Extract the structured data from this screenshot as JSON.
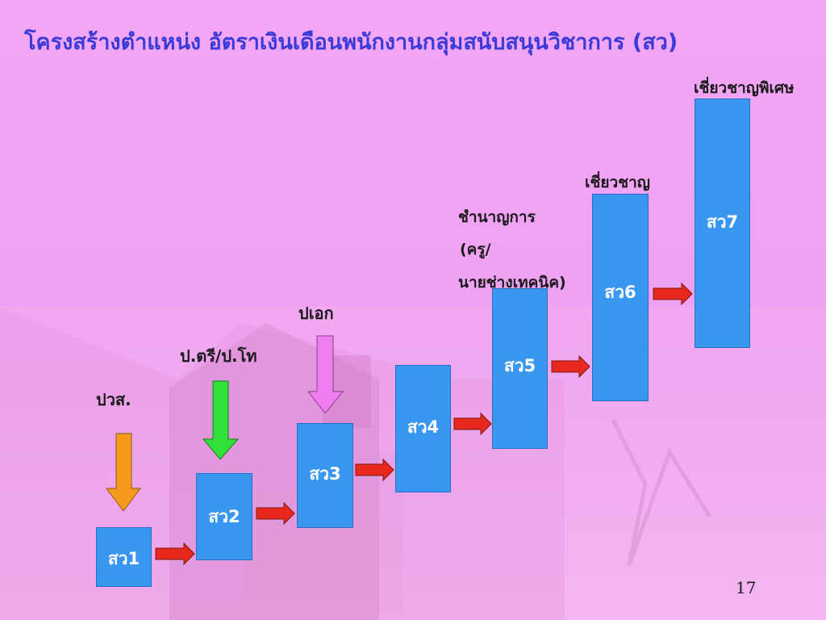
{
  "slide": {
    "title": "โครงสร้างตำแหน่ง อัตราเงินเดือนพนักงานกลุ่มสนับสนุนวิชาการ (สว)",
    "page_number": "17"
  },
  "levels": [
    {
      "code": "สว1",
      "caption": "ปวส.",
      "entry_arrow_color": "#f59a1c"
    },
    {
      "code": "สว2",
      "caption": "ป.ตรี/ป.โท",
      "entry_arrow_color": "#33e03a"
    },
    {
      "code": "สว3",
      "caption": "ปเอก",
      "entry_arrow_color": "#ef7ff0"
    },
    {
      "code": "สว4",
      "caption": ""
    },
    {
      "code": "สว5",
      "caption_lines": [
        "ชำนาญการ",
        "(ครู/",
        "นายช่างเทคนิค)"
      ]
    },
    {
      "code": "สว6",
      "caption": "เชี่ยวชาญ"
    },
    {
      "code": "สว7",
      "caption": "เชี่ยวชาญพิเศษ"
    }
  ],
  "colors": {
    "title": "#3a3ad8",
    "box": "#3a97f0",
    "step_arrow": "#e8281c",
    "background": "#f3a6f5"
  },
  "icons": {
    "step_arrow": "right-arrow-icon",
    "entry_arrow": "down-arrow-icon"
  }
}
